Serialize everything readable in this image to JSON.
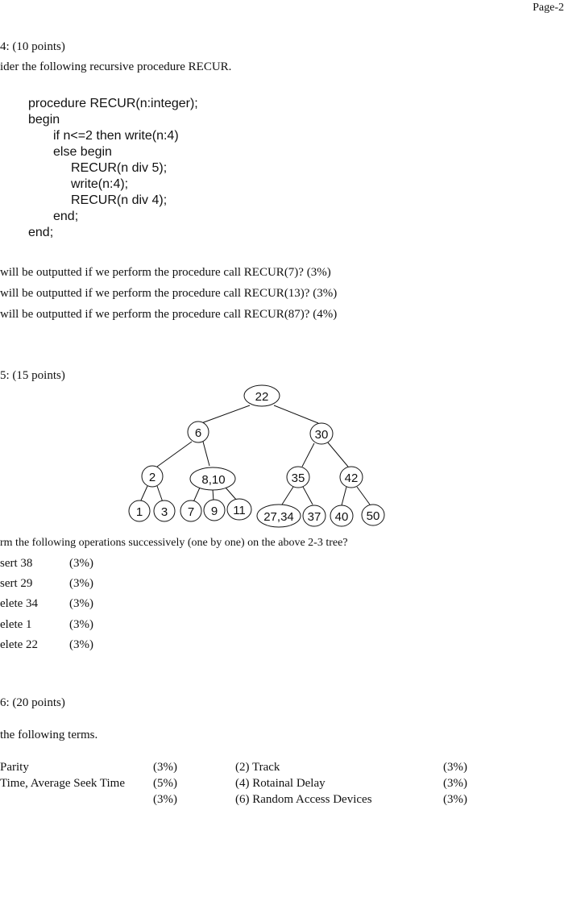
{
  "header": {
    "page_label": "Page-2"
  },
  "q4": {
    "heading": "4: (10 points)",
    "intro": "ider the following recursive procedure RECUR.",
    "code": [
      "procedure RECUR(n:integer);",
      "begin",
      "if n<=2 then write(n:4)",
      "else begin",
      "RECUR(n div 5);",
      "write(n:4);",
      "RECUR(n div 4);",
      "end;",
      "end;"
    ],
    "questions": [
      "will be outputted if we perform the procedure call RECUR(7)? (3%)",
      "will be outputted if we perform the procedure call RECUR(13)? (3%)",
      "will be outputted if we perform the procedure call RECUR(87)? (4%)"
    ]
  },
  "q5": {
    "heading": "5: (15 points)",
    "tree": {
      "root": "22",
      "level1": [
        "6",
        "30"
      ],
      "level2": [
        "2",
        "8,10",
        "35",
        "42"
      ],
      "leaves": [
        "1",
        "3",
        "7",
        "9",
        "11",
        "27,34",
        "37",
        "40",
        "50"
      ]
    },
    "instruction": "rm the following operations successively (one by one) on the above 2-3 tree?",
    "operations": [
      {
        "label": "sert 38",
        "pct": "(3%)"
      },
      {
        "label": "sert 29",
        "pct": "(3%)"
      },
      {
        "label": "elete 34",
        "pct": "(3%)"
      },
      {
        "label": "elete 1",
        "pct": "(3%)"
      },
      {
        "label": "elete 22",
        "pct": "(3%)"
      }
    ]
  },
  "q6": {
    "heading": "6: (20 points)",
    "intro": "the following terms.",
    "rows": [
      {
        "left": "Parity",
        "left_pct": "(3%)",
        "right": "(2) Track",
        "right_pct": "(3%)"
      },
      {
        "left": "Time, Average Seek Time",
        "left_pct": "(5%)",
        "right": "(4) Rotainal Delay",
        "right_pct": "(3%)"
      },
      {
        "left": "",
        "left_pct": "(3%)",
        "right": "(6) Random Access Devices",
        "right_pct": "(3%)"
      }
    ]
  }
}
